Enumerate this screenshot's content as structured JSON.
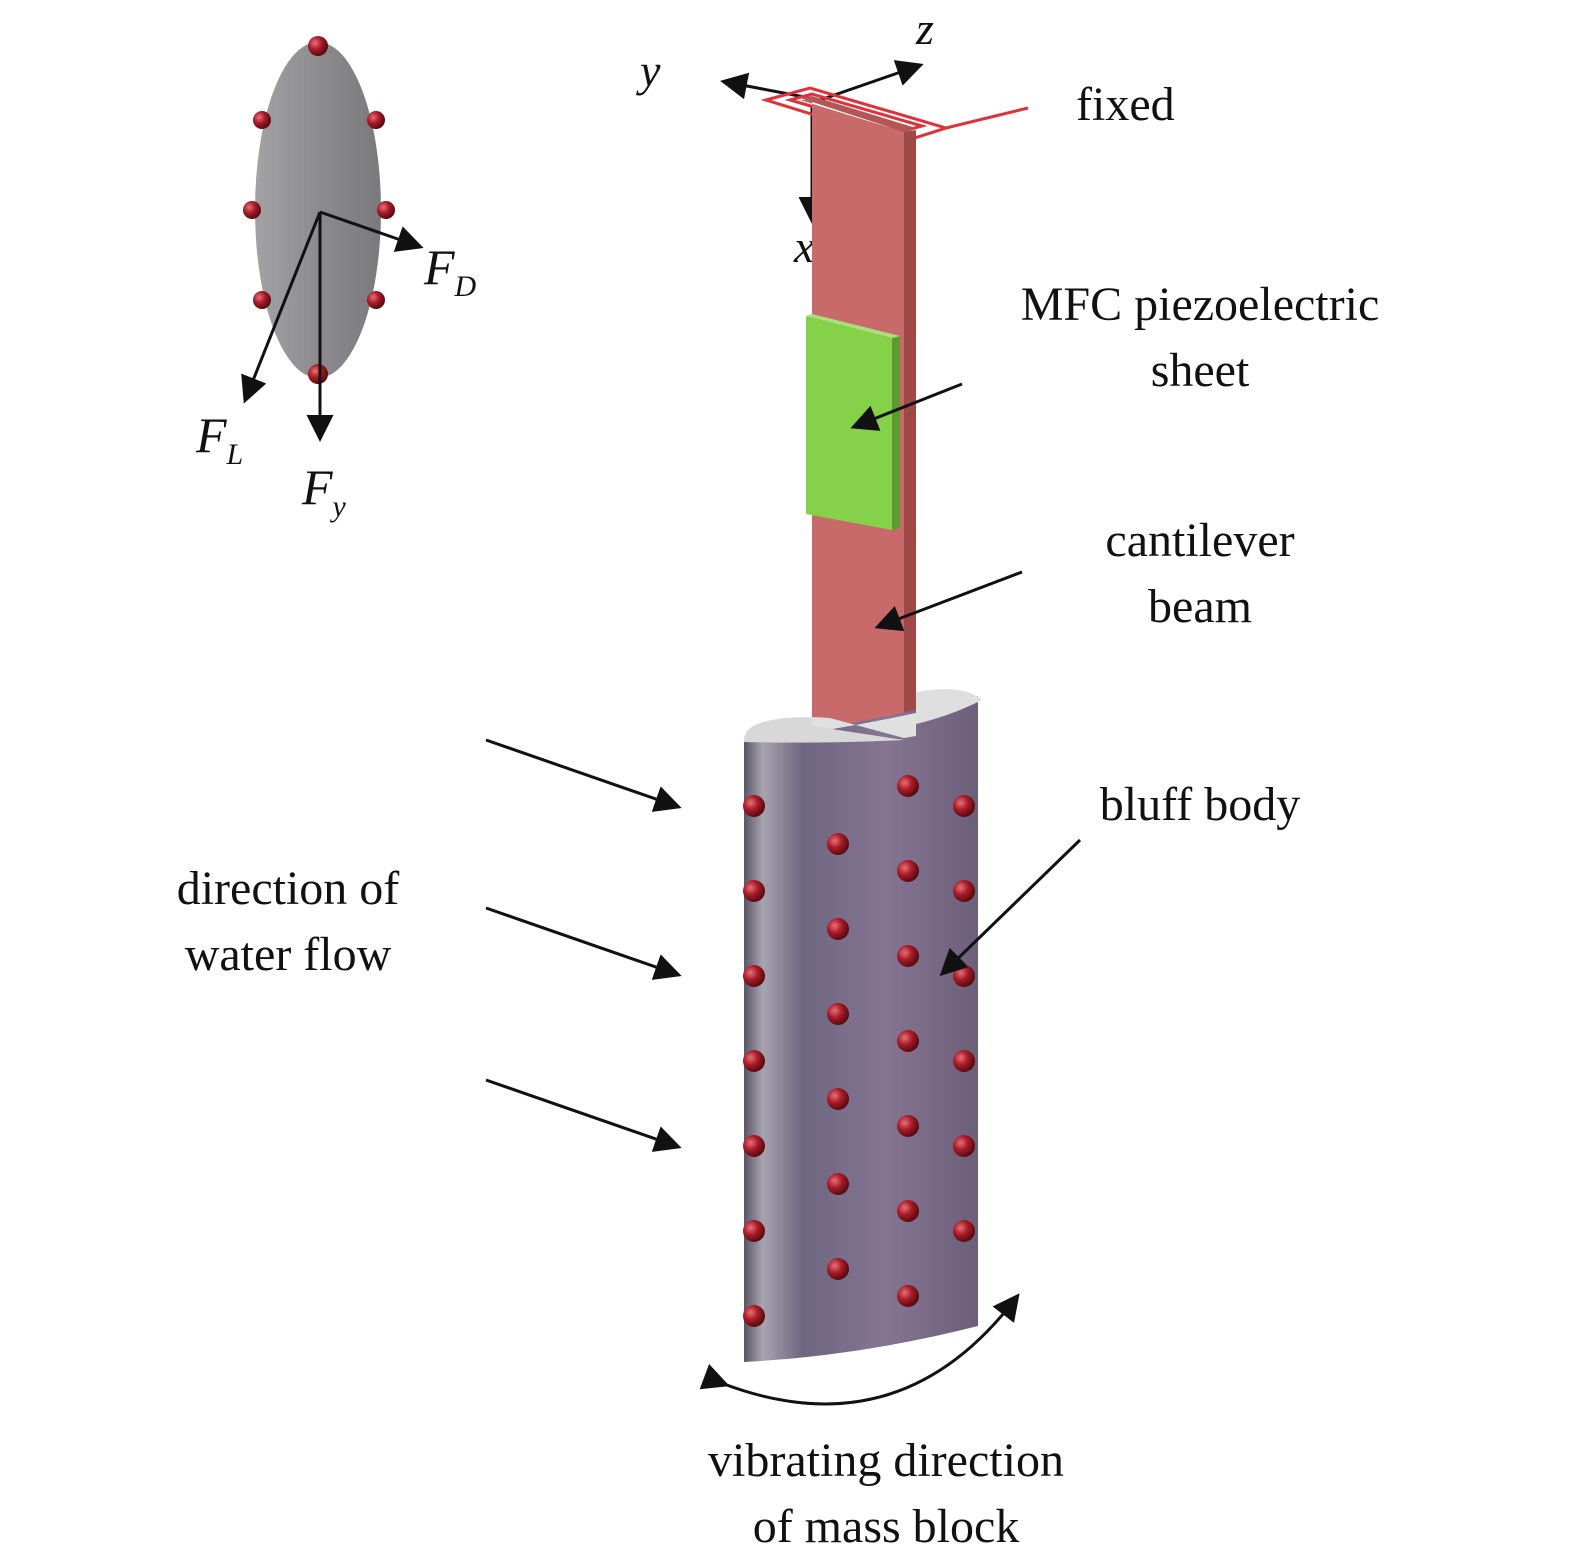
{
  "colors": {
    "beam": "#c96a6a",
    "beam_side": "#9e4848",
    "patch": "#86d14a",
    "patch_side": "#5e9c32",
    "bluff_body": "#7a6d86",
    "bluff_top": "#e0e0e0",
    "bumps": "#a01c26",
    "ellipse": "#8e8e91",
    "fixture": "#e0303a",
    "arrows": "#111111"
  },
  "axes": {
    "x": "x",
    "y": "y",
    "z": "z"
  },
  "forces": {
    "drag": {
      "symbol": "F",
      "subscript": "D"
    },
    "lift": {
      "symbol": "F",
      "subscript": "L"
    },
    "y_force": {
      "symbol": "F",
      "subscript": "y"
    }
  },
  "labels": {
    "fixed": "fixed",
    "mfc_line1": "MFC piezoelectric",
    "mfc_line2": "sheet",
    "beam_line1": "cantilever",
    "beam_line2": "beam",
    "bluff": "bluff body",
    "flow_line1": "direction of",
    "flow_line2": "water flow",
    "vib_line1": "vibrating direction",
    "vib_line2": "of mass block"
  }
}
